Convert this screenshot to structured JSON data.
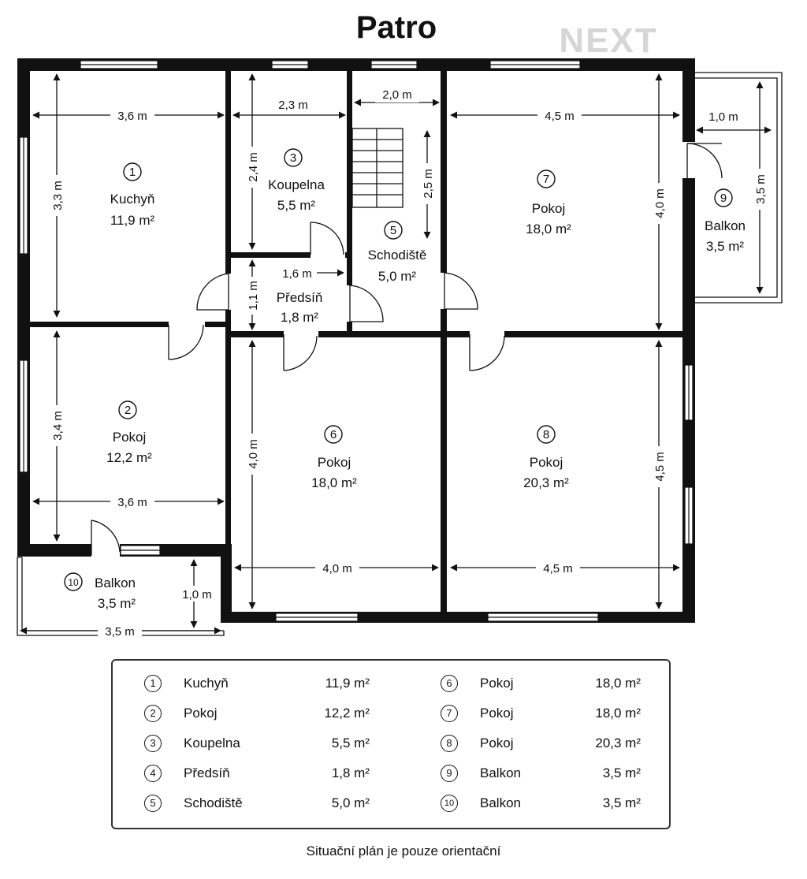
{
  "title": "Patro",
  "logo": "NEXT",
  "rooms": [
    {
      "num": "1",
      "name": "Kuchyň",
      "area": "11,9 m²"
    },
    {
      "num": "2",
      "name": "Pokoj",
      "area": "12,2 m²"
    },
    {
      "num": "3",
      "name": "Koupelna",
      "area": "5,5 m²"
    },
    {
      "num": "4",
      "name": "Předsíň",
      "area": "1,8 m²"
    },
    {
      "num": "5",
      "name": "Schodiště",
      "area": "5,0 m²"
    },
    {
      "num": "6",
      "name": "Pokoj",
      "area": "18,0 m²"
    },
    {
      "num": "7",
      "name": "Pokoj",
      "area": "18,0 m²"
    },
    {
      "num": "8",
      "name": "Pokoj",
      "area": "20,3 m²"
    },
    {
      "num": "9",
      "name": "Balkon",
      "area": "3,5 m²"
    },
    {
      "num": "10",
      "name": "Balkon",
      "area": "3,5 m²"
    }
  ],
  "dimensions": {
    "kitchen_w": "3,6 m",
    "kitchen_h": "3,3 m",
    "bath_w": "2,3 m",
    "bath_h": "2,4 m",
    "stair_w": "2,0 m",
    "stair_h": "2,5 m",
    "hall_w": "1,6 m",
    "hall_h": "1,1 m",
    "room7_w": "4,5 m",
    "room7_h": "4,0 m",
    "balc9_w": "1,0 m",
    "balc9_h": "3,5 m",
    "room2_w": "3,6 m",
    "room2_h": "3,4 m",
    "room6_w": "4,0 m",
    "room6_h": "4,0 m",
    "room8_w": "4,5 m",
    "room8_h": "4,5 m",
    "balc10_w": "3,5 m",
    "balc10_h": "1,0 m"
  },
  "footnote": "Situační plán je pouze orientační"
}
